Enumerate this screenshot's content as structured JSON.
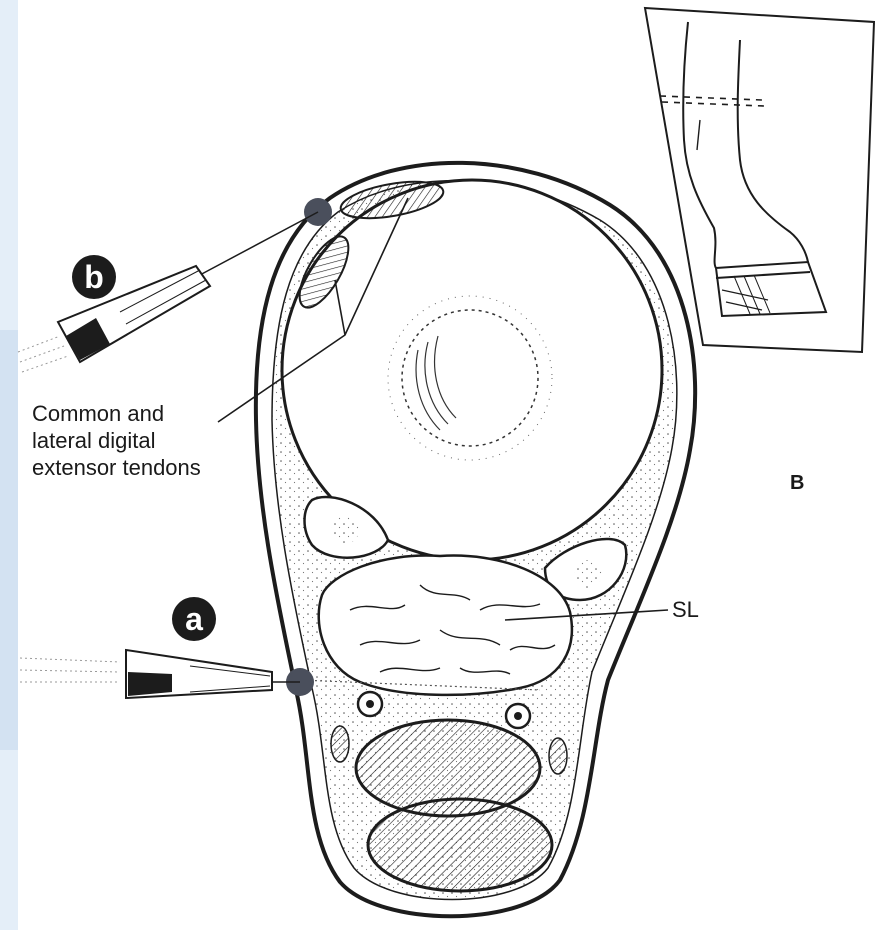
{
  "labels": {
    "needle_b": "b",
    "needle_a": "a",
    "tendons_line1": "Common and",
    "tendons_line2": "lateral digital",
    "tendons_line3": "extensor tendons",
    "sl": "SL",
    "inset": "B"
  },
  "colors": {
    "ink": "#1c1c1c",
    "background": "#ffffff",
    "side_band": "#e4eef8",
    "injection_dot": "#4a4f5c"
  },
  "icons": {
    "needle_b": "syringe-needle-icon",
    "needle_a": "syringe-needle-icon"
  }
}
